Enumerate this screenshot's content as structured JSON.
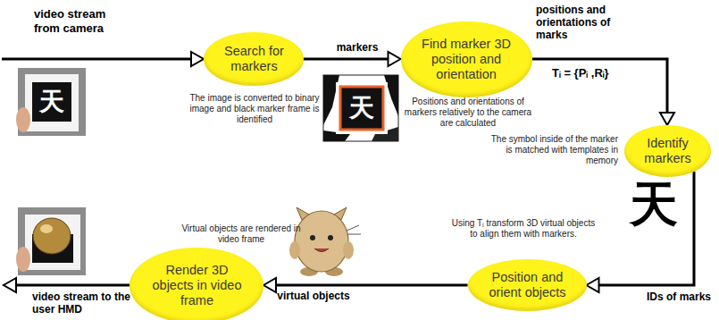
{
  "diagram": {
    "nodes": [
      {
        "text": [
          "Search for markers"
        ]
      },
      {
        "text": [
          "Find marker 3D position and orientation"
        ]
      },
      {
        "text": [
          "Identify markers"
        ]
      },
      {
        "text": [
          "Position and orient objects"
        ]
      },
      {
        "text": [
          "Render 3D objects in video frame"
        ]
      }
    ],
    "edges": [
      {
        "from": 0,
        "to": 1,
        "label": "markers",
        "arrow": "to"
      },
      {
        "from": 1,
        "to": 2,
        "label": "positions and orientations of marks",
        "arrow": "to"
      },
      {
        "from": 2,
        "to": 3,
        "label": "IDs of marks",
        "arrow": "to"
      },
      {
        "from": 3,
        "to": 4,
        "label": "virtual objects",
        "arrow": "to"
      }
    ],
    "labels": [
      "video stream from camera",
      "天",
      "The image is converted to binary image and black marker frame is identified",
      "天",
      "Positions and orientations of markers relatively to the camera are calculated",
      "Tᵢ = {Pᵢ ,Rᵢ}",
      "The symbol inside of the marker is matched with templates in memory",
      "天",
      "Using Tᵢ transform 3D virtual objects to align them with markers.",
      "Virtual objects are rendered in video frame",
      "video stream to the user HMD"
    ]
  }
}
